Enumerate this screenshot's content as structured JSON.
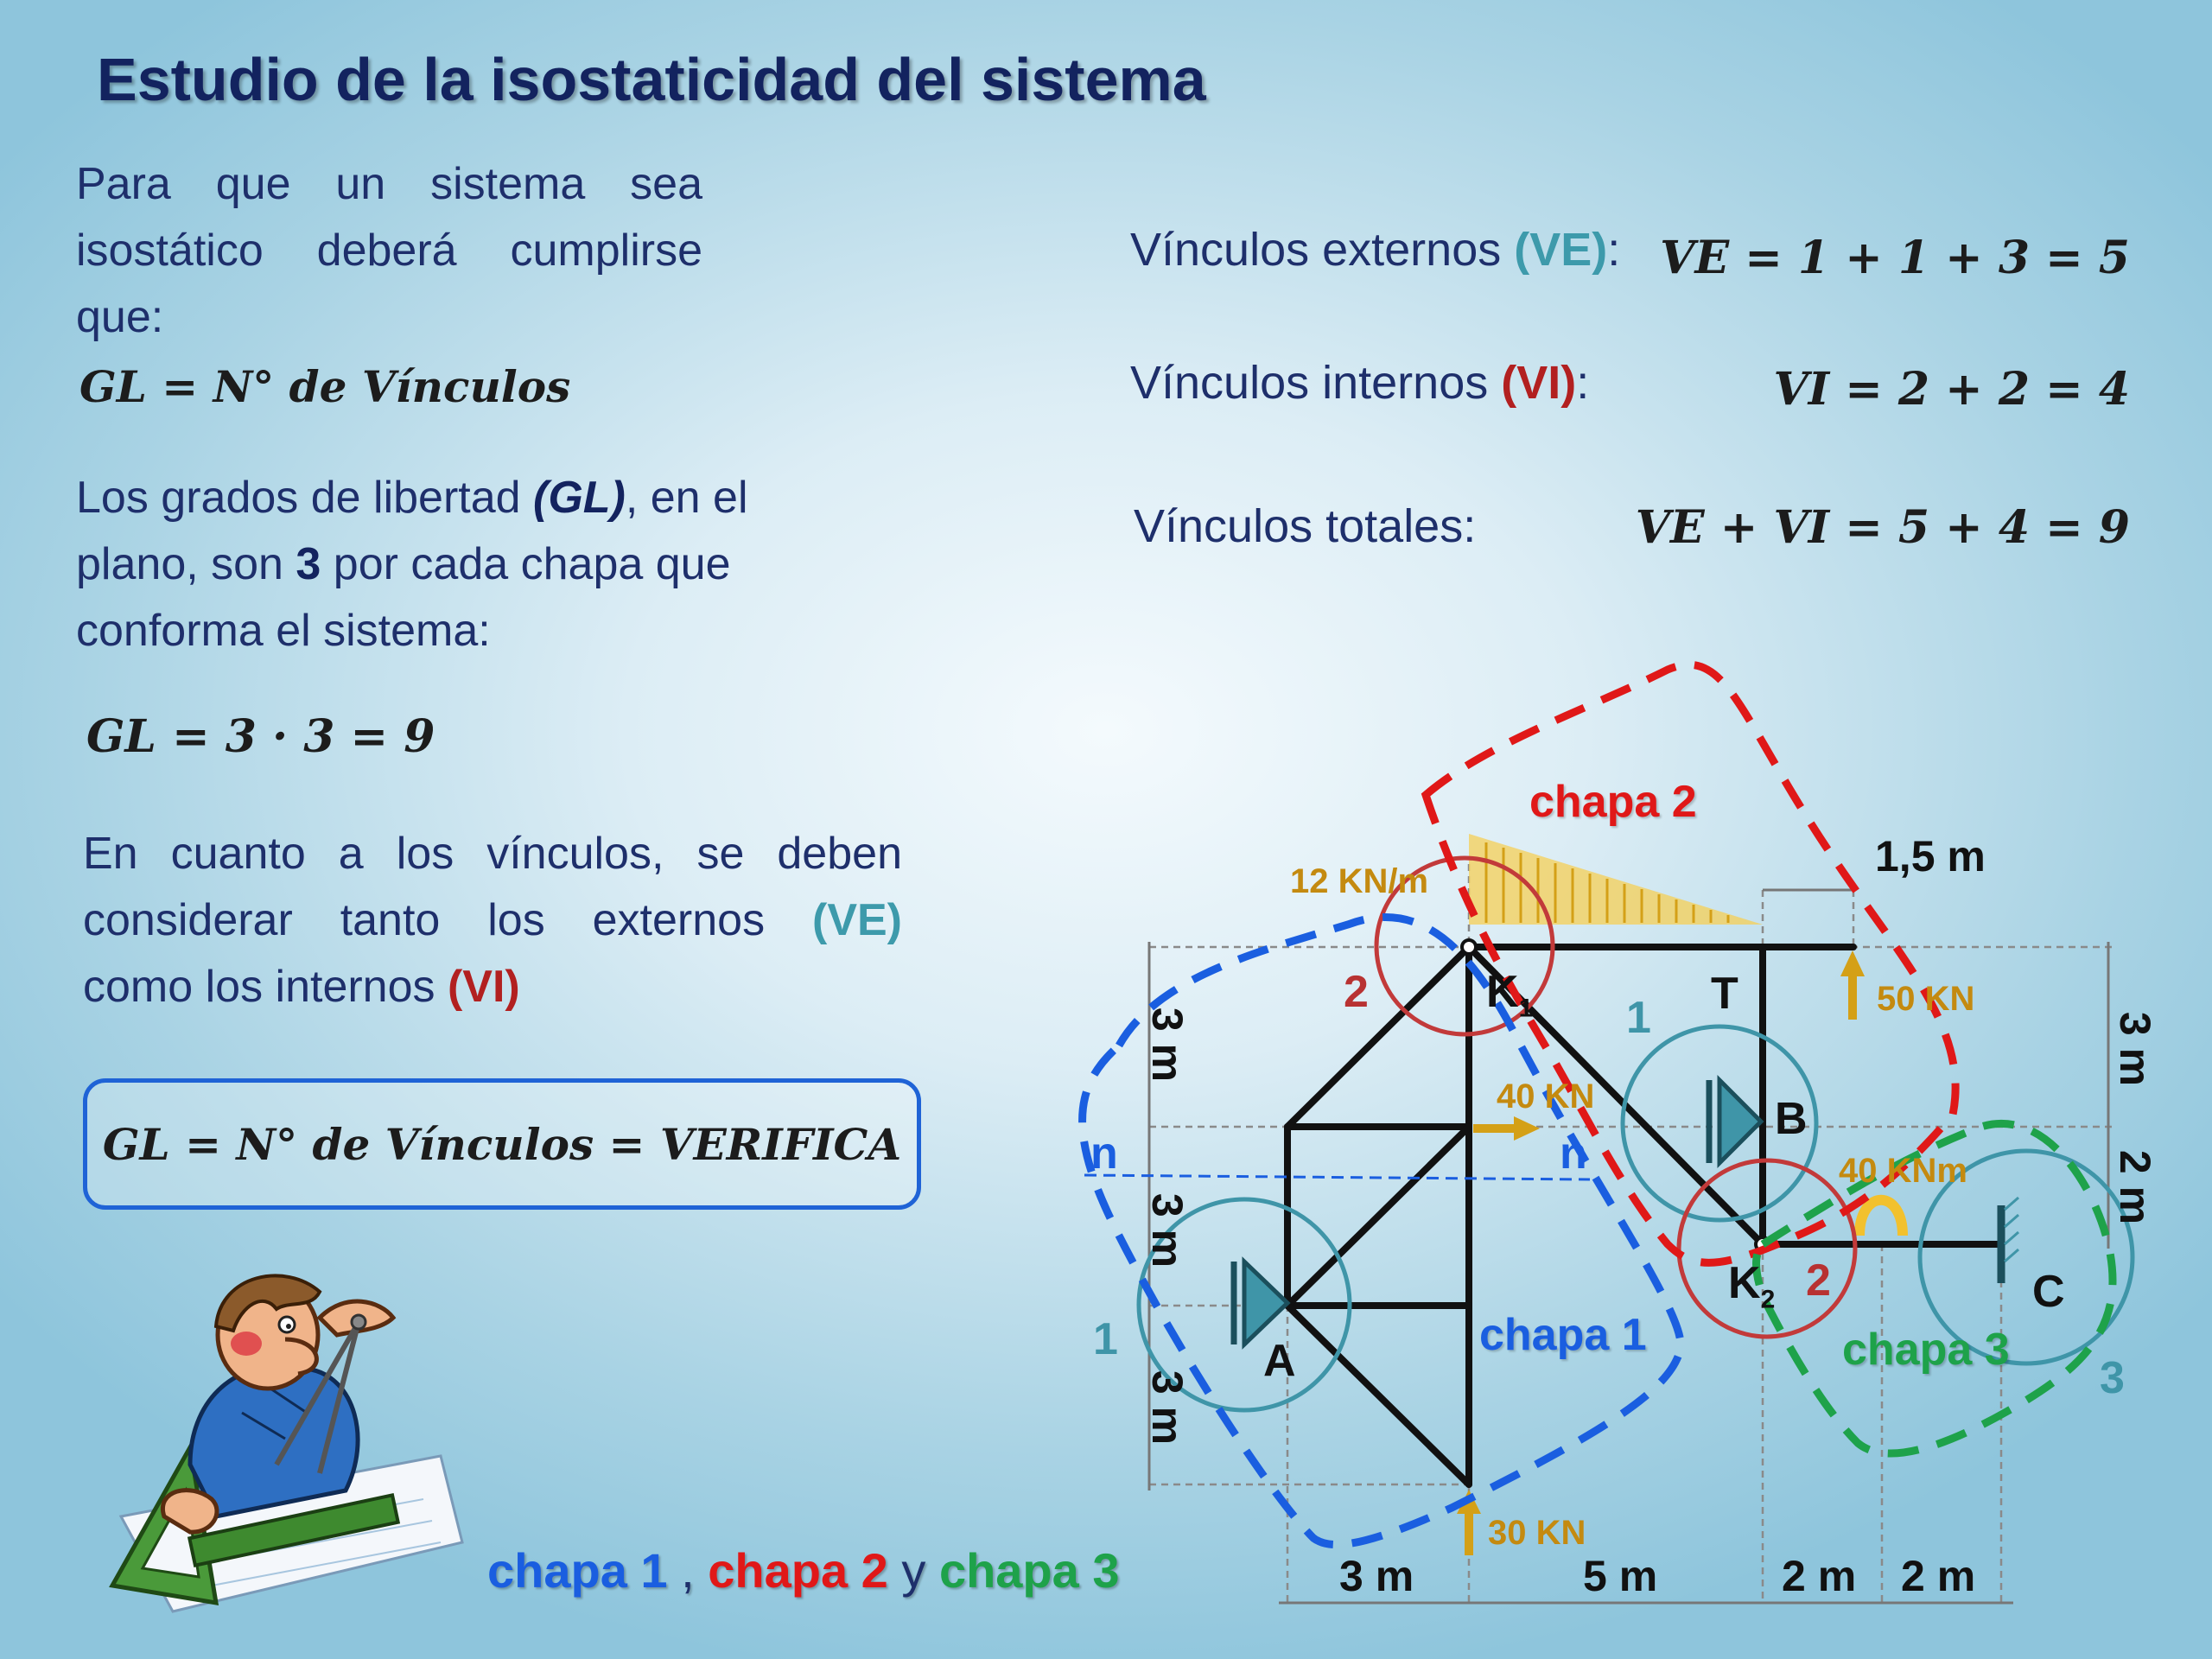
{
  "title": "Estudio de la isostaticidad del sistema",
  "left": {
    "intro_lines": [
      "Para que un sistema sea",
      "isostático deberá cumplirse",
      "que:"
    ],
    "eq1": "GL = N° de Vínculos",
    "gl_line1_pre": "Los grados de libertad ",
    "gl_line1_code": "(GL)",
    "gl_line1_post": ", en el",
    "gl_line2_pre": "plano, son ",
    "gl_line2_num": "3",
    "gl_line2_post": " por cada chapa que",
    "gl_line3": "conforma el sistema:",
    "eq2": "GL = 3 · 3 = 9",
    "vinc_line1": "En cuanto a los vínculos, se deben",
    "vinc_line2_pre": "considerar tanto los externos ",
    "vinc_line2_code": "(VE)",
    "vinc_line3_pre": "como los internos ",
    "vinc_line3_code": "(VI)",
    "box_eq": "GL = N° de Vínculos = VERIFICA"
  },
  "right": {
    "ve_label": "Vínculos externos ",
    "ve_code": "(VE)",
    "ve_colon": ":",
    "ve_eq": "VE = 1 + 1 + 3 = 5",
    "vi_label": "Vínculos internos ",
    "vi_code": "(VI)",
    "vi_colon": ":",
    "vi_eq": "VI = 2 + 2 = 4",
    "vt_label": "Vínculos totales:",
    "vt_eq": "VE + VI = 5 + 4 = 9"
  },
  "bottom_legend": {
    "chapa1": "chapa 1",
    "sep1": " , ",
    "chapa2": "chapa 2",
    "sep2": " y ",
    "chapa3": "chapa 3"
  },
  "colors": {
    "chapa1": "#1a5ee0",
    "chapa2": "#e01818",
    "chapa3": "#1ea24a",
    "teal": "#3f95a8",
    "load": "#d4a017",
    "dark_red": "#b83232"
  },
  "diagram": {
    "chapa2_label": "chapa 2",
    "chapa1_label": "chapa 1",
    "chapa3_label": "chapa 3",
    "load_dist": "12 KN/m",
    "load_40": "40 KN",
    "load_50": "50 KN",
    "load_30": "30 KN",
    "moment": "40 KNm",
    "node_A": "A",
    "node_B": "B",
    "node_C": "C",
    "node_T": "T",
    "node_K": "K",
    "sub_1": "1",
    "sub_2": "2",
    "num_1": "1",
    "num_2": "2",
    "num_3": "3",
    "n": "n",
    "dim_top": "1,5 m",
    "dim_3m": "3 m",
    "dim_5m": "5 m",
    "dim_2m": "2 m"
  },
  "illustration": "engineer-drawing-cartoon"
}
